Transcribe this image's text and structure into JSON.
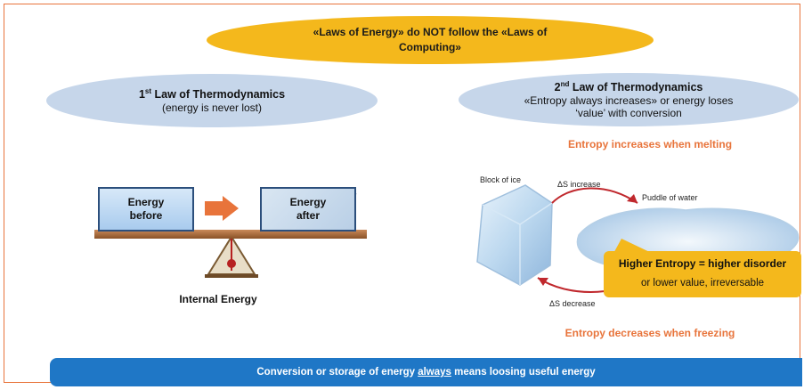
{
  "title": {
    "line1": "«Laws of Energy» do NOT follow the «Laws of",
    "line2": "Computing»"
  },
  "law1": {
    "ordinal": "1",
    "ordinal_suffix": "st",
    "title": " Law of Thermodynamics",
    "subtitle": "(energy is never lost)"
  },
  "law2": {
    "ordinal": "2",
    "ordinal_suffix": "nd",
    "title": " Law of Thermodynamics",
    "line1": "«Entropy always increases» or energy loses",
    "line2": "‘value’ with conversion"
  },
  "balance": {
    "left_block": [
      "Energy",
      "before"
    ],
    "right_block": [
      "Energy",
      "after"
    ],
    "caption": "Internal Energy"
  },
  "entropy": {
    "melting_caption": "Entropy increases when melting",
    "freezing_caption": "Entropy decreases when freezing",
    "ice_label": "Block of ice",
    "water_label": "Puddle of water",
    "increase_label": "ΔS increase",
    "decrease_label": "ΔS decrease",
    "callout_heading": "Higher Entropy = higher disorder",
    "callout_sub": "or lower value, irreversable"
  },
  "banner": {
    "before": "Conversion or storage of energy ",
    "emphasis": "always",
    "after": " means loosing useful energy"
  },
  "colors": {
    "accent_orange": "#e8743b",
    "ellipse_yellow": "#f4b81c",
    "ellipse_blue": "#c6d6ea",
    "banner_blue": "#1f77c6"
  }
}
